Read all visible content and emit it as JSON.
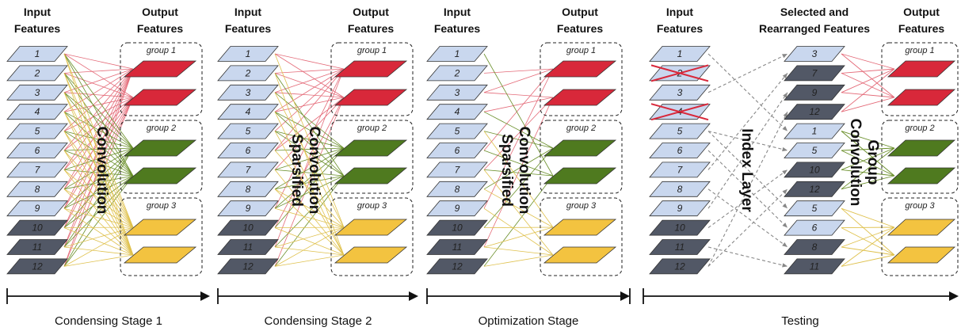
{
  "panels": [
    {
      "input_header": [
        "Input",
        "Features"
      ],
      "output_header": [
        "Output",
        "Features"
      ],
      "input_numbers": [
        "1",
        "2",
        "3",
        "4",
        "5",
        "6",
        "7",
        "8",
        "9",
        "10",
        "11",
        "12"
      ],
      "group_labels": [
        "group 1",
        "group 2",
        "group 3"
      ],
      "middle_label": [
        "Convolution"
      ],
      "stage_label": "Condensing Stage 1"
    },
    {
      "input_header": [
        "Input",
        "Features"
      ],
      "output_header": [
        "Output",
        "Features"
      ],
      "input_numbers": [
        "1",
        "2",
        "3",
        "4",
        "5",
        "6",
        "7",
        "8",
        "9",
        "10",
        "11",
        "12"
      ],
      "group_labels": [
        "group 1",
        "group 2",
        "group 3"
      ],
      "middle_label": [
        "Sparsified",
        "Convolution"
      ],
      "stage_label": "Condensing Stage 2"
    },
    {
      "input_header": [
        "Input",
        "Features"
      ],
      "output_header": [
        "Output",
        "Features"
      ],
      "input_numbers": [
        "1",
        "2",
        "3",
        "4",
        "5",
        "6",
        "7",
        "8",
        "9",
        "10",
        "11",
        "12"
      ],
      "group_labels": [
        "group 1",
        "group 2",
        "group 3"
      ],
      "middle_label": [
        "Sparsified",
        "Convolution"
      ],
      "stage_label": "Optimization Stage"
    }
  ],
  "testing": {
    "input_header": [
      "Input",
      "Features"
    ],
    "middle_header": [
      "Selected and",
      "Rearranged Features"
    ],
    "output_header": [
      "Output",
      "Features"
    ],
    "input_numbers": [
      "1",
      "2",
      "3",
      "4",
      "5",
      "6",
      "7",
      "8",
      "9",
      "10",
      "11",
      "12"
    ],
    "selected_numbers": [
      "3",
      "7",
      "9",
      "12",
      "1",
      "5",
      "10",
      "12",
      "5",
      "6",
      "8",
      "11"
    ],
    "group_labels": [
      "group 1",
      "group 2",
      "group 3"
    ],
    "index_label": "Index Layer",
    "group_conv_label": [
      "Group",
      "Convolution"
    ],
    "stage_label": "Testing"
  },
  "colors": {
    "feature_light": "#c9d7ee",
    "feature_dark": "#525866",
    "group1": "#d8283a",
    "group2": "#4f7a1f",
    "group3": "#f3c340",
    "conn_red": "#e46a78",
    "conn_green": "#6a8f2a",
    "conn_yellow": "#dfc14d",
    "cross": "#d8283a",
    "arrow_dashed": "#888888"
  }
}
